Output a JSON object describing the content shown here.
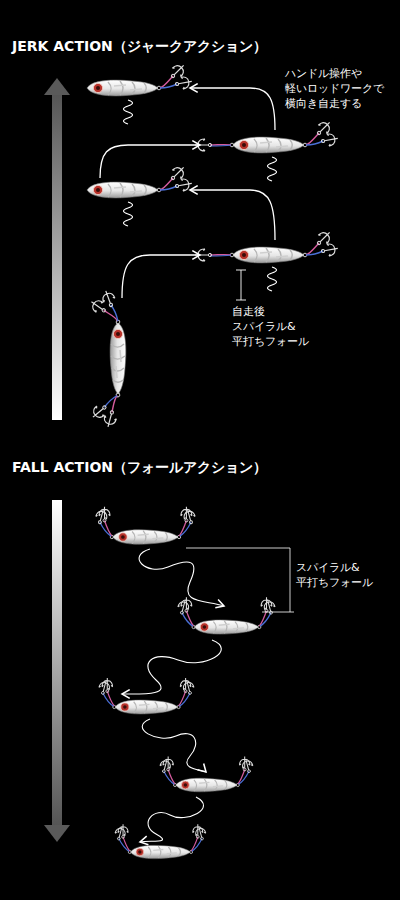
{
  "diagram": {
    "labels": [
      "JERK ACTION（ジャークアクション）",
      "ハンドル操作や 軽いロッドワークで 横向き自走する",
      "自走後 スパイラル& 平打ちフォール",
      "FALL ACTION（フォールアクション）",
      "スパイラル& 平打ちフォール"
    ]
  }
}
